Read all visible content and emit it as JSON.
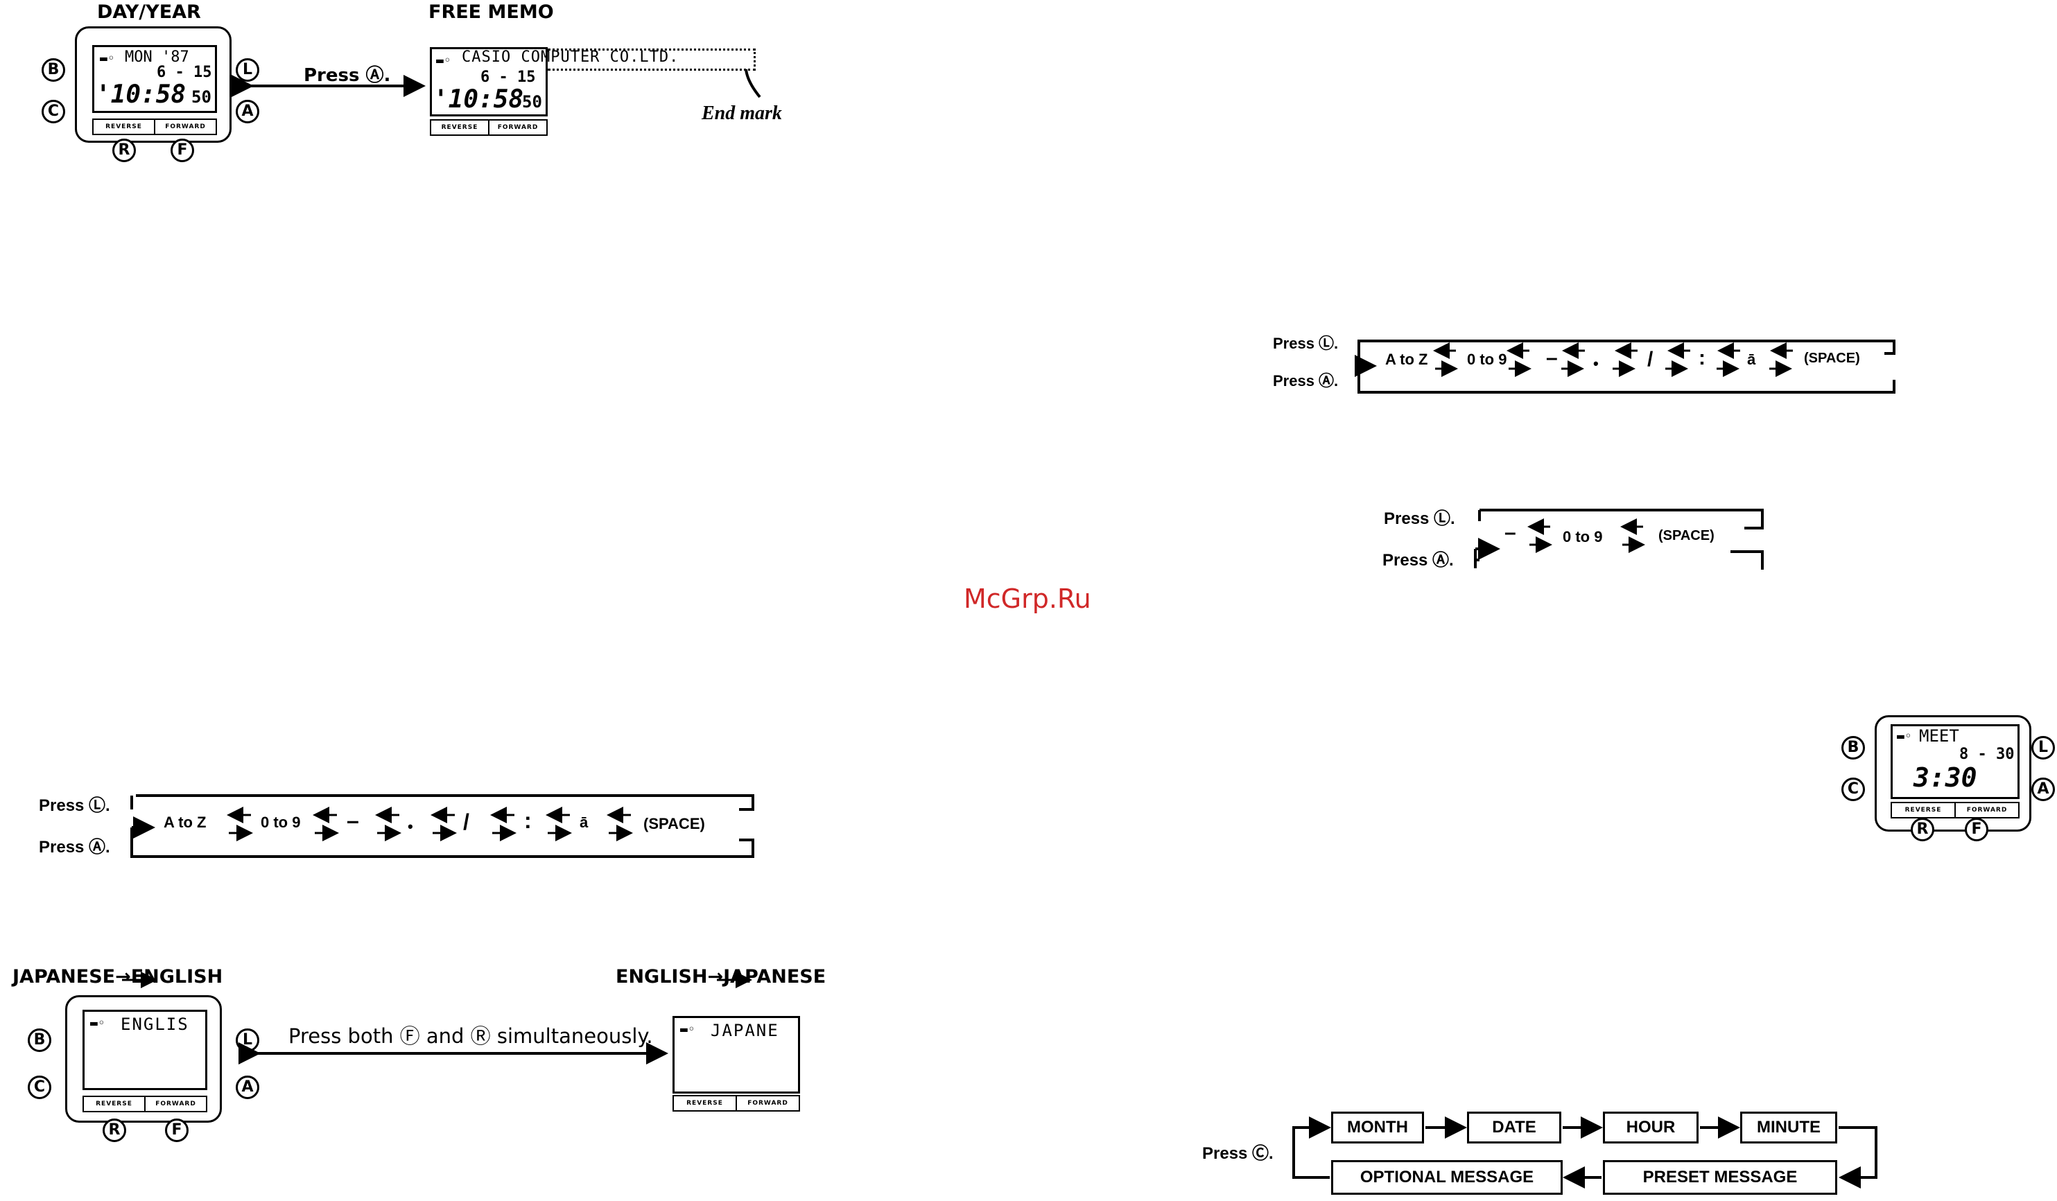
{
  "watermark": "McGrp.Ru",
  "top_section": {
    "label_day_year": "DAY/YEAR",
    "label_free_memo": "FREE MEMO",
    "press_a": "Press Ⓐ.",
    "end_mark": "End mark",
    "watch1": {
      "line1": "MON '87",
      "line2": "6 - 15",
      "time": "'10:58",
      "seconds": "50"
    },
    "watch2": {
      "memo": "CASIO COMPUTER CO.LTD.",
      "line2": "6 - 15",
      "time": "'10:58",
      "seconds": "50"
    }
  },
  "buttons": {
    "b": "B",
    "c": "C",
    "l": "L",
    "a": "A",
    "r": "R",
    "f": "F"
  },
  "strip": {
    "reverse": "REVERSE",
    "forward": "FORWARD"
  },
  "seq_full": {
    "press_l": "Press Ⓛ.",
    "press_a": "Press Ⓐ.",
    "items": [
      "A to Z",
      "0 to 9",
      "–",
      "•",
      "/",
      ":",
      "ā",
      "(SPACE)"
    ]
  },
  "seq_short": {
    "press_l": "Press Ⓛ.",
    "press_a": "Press Ⓐ.",
    "items": [
      "–",
      "0 to 9",
      "(SPACE)"
    ]
  },
  "lang": {
    "jp_to_en": "JAPANESE→ENGLISH",
    "en_to_jp": "ENGLISH→JAPANESE",
    "instruction": "Press both Ⓕ and Ⓡ simultaneously.",
    "screen_en": "ENGLIS",
    "screen_jp": "JAPANE"
  },
  "meet_watch": {
    "line1": "MEET",
    "line2": "8 - 30",
    "time": "3:30"
  },
  "flow": {
    "press_c": "Press Ⓒ.",
    "boxes": [
      "MONTH",
      "DATE",
      "HOUR",
      "MINUTE",
      "PRESET MESSAGE",
      "OPTIONAL MESSAGE"
    ]
  }
}
